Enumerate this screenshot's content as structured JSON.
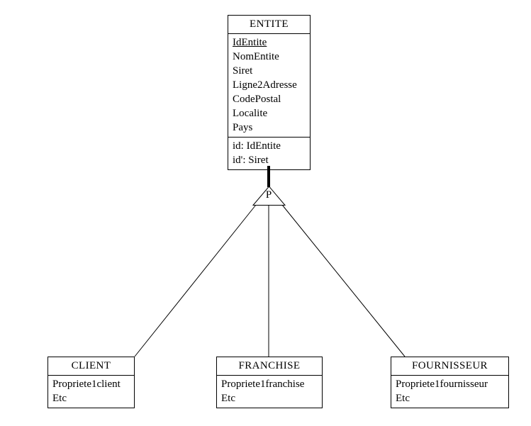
{
  "diagram": {
    "kind": "entity-relationship specialization diagram",
    "supertype": {
      "name": "ENTITE",
      "attributes": [
        {
          "label": "IdEntite",
          "primary_key": true
        },
        {
          "label": "NomEntite",
          "primary_key": false
        },
        {
          "label": "Siret",
          "primary_key": false
        },
        {
          "label": "Ligne2Adresse",
          "primary_key": false
        },
        {
          "label": "CodePostal",
          "primary_key": false
        },
        {
          "label": "Localite",
          "primary_key": false
        },
        {
          "label": "Pays",
          "primary_key": false
        }
      ],
      "identifiers": [
        {
          "label": "id: IdEntite"
        },
        {
          "label": "id': Siret"
        }
      ]
    },
    "specialization": {
      "marker_label": "P",
      "marker_shape": "triangle"
    },
    "subtypes": [
      {
        "name": "CLIENT",
        "attributes": [
          {
            "label": "Propriete1client"
          },
          {
            "label": "Etc"
          }
        ]
      },
      {
        "name": "FRANCHISE",
        "attributes": [
          {
            "label": "Propriete1franchise"
          },
          {
            "label": "Etc"
          }
        ]
      },
      {
        "name": "FOURNISSEUR",
        "attributes": [
          {
            "label": "Propriete1fournisseur"
          },
          {
            "label": "Etc"
          }
        ]
      }
    ],
    "colors": {
      "stroke": "#000000",
      "background": "#ffffff",
      "text": "#000000"
    }
  }
}
